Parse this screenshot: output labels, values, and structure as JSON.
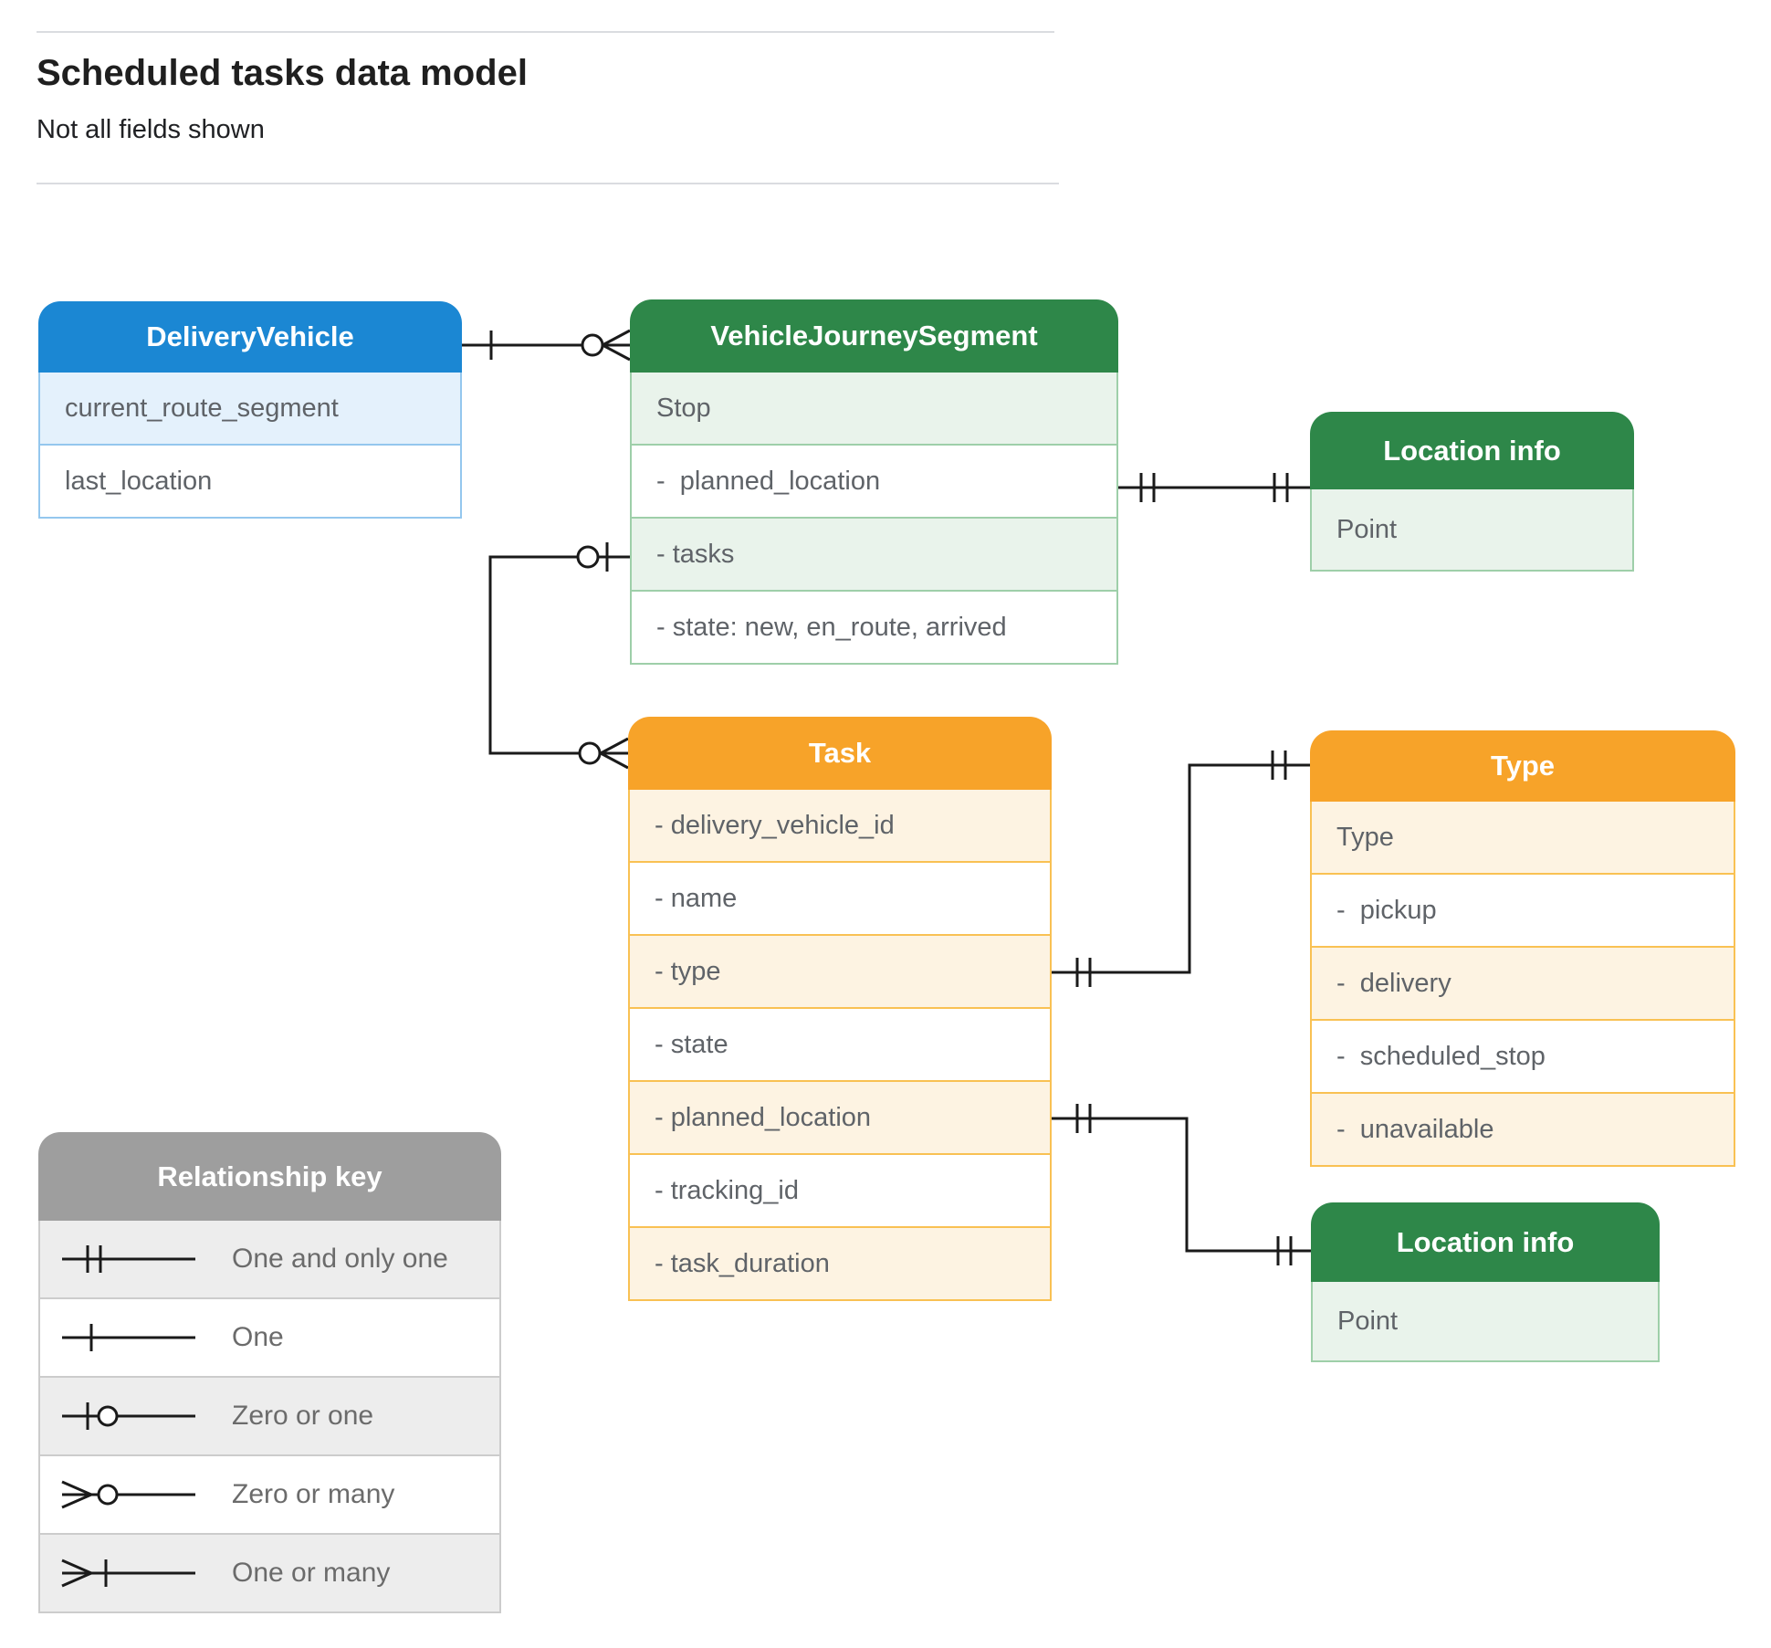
{
  "page": {
    "title": "Scheduled tasks data model",
    "subtitle": "Not all fields shown"
  },
  "colors": {
    "blue_header": "#1b87d3",
    "blue_tint": "#e4f1fc",
    "green_header": "#2e8749",
    "green_tint": "#e9f3eb",
    "orange_header": "#f7a329",
    "orange_tint": "#fdf3e2",
    "gray_header": "#9e9e9e",
    "gray_tint": "#ededed",
    "row_text": "#5f6368",
    "line": "#1a1a1a"
  },
  "entities": [
    {
      "title": "DeliveryVehicle",
      "theme": "blue",
      "fields": [
        "current_route_segment",
        "last_location"
      ]
    },
    {
      "title": "VehicleJourneySegment",
      "theme": "green",
      "fields": [
        "Stop",
        "-  planned_location",
        "- tasks",
        "- state: new, en_route, arrived"
      ]
    },
    {
      "title": "Location info",
      "theme": "green",
      "fields": [
        "Point"
      ]
    },
    {
      "title": "Task",
      "theme": "orange",
      "fields": [
        "- delivery_vehicle_id",
        "- name",
        "- type",
        "- state",
        "- planned_location",
        "- tracking_id",
        "- task_duration"
      ]
    },
    {
      "title": "Type",
      "theme": "orange",
      "fields": [
        "Type",
        "-  pickup",
        "-  delivery",
        "-  scheduled_stop",
        "-  unavailable"
      ]
    },
    {
      "title": "Location info",
      "theme": "green",
      "fields": [
        "Point"
      ]
    }
  ],
  "relationships": [
    {
      "from": "DeliveryVehicle",
      "to": "VehicleJourneySegment",
      "from_cardinality": "one",
      "to_cardinality": "zero-or-many"
    },
    {
      "from": "VehicleJourneySegment.planned_location",
      "to": "Location info",
      "from_cardinality": "one-and-only-one",
      "to_cardinality": "one-and-only-one"
    },
    {
      "from": "VehicleJourneySegment.tasks",
      "to": "Task",
      "from_cardinality": "zero-or-one",
      "to_cardinality": "zero-or-many"
    },
    {
      "from": "Task.type",
      "to": "Type",
      "from_cardinality": "one-and-only-one",
      "to_cardinality": "one-and-only-one"
    },
    {
      "from": "Task.planned_location",
      "to": "Location info",
      "from_cardinality": "one-and-only-one",
      "to_cardinality": "one-and-only-one"
    }
  ],
  "legend": {
    "title": "Relationship key",
    "items": [
      {
        "symbol": "one-and-only-one",
        "label": "One and only one"
      },
      {
        "symbol": "one",
        "label": "One"
      },
      {
        "symbol": "zero-or-one",
        "label": "Zero or one"
      },
      {
        "symbol": "zero-or-many",
        "label": "Zero or many"
      },
      {
        "symbol": "one-or-many",
        "label": "One or many"
      }
    ]
  }
}
